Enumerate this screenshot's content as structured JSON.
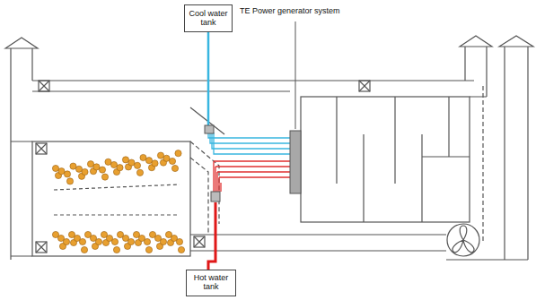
{
  "diagram": {
    "nodes": [
      {
        "text": [
          "Cool water tank"
        ]
      },
      {
        "text": [
          "Hot water tank"
        ]
      }
    ],
    "labels": [
      "TE Power generator system"
    ]
  }
}
